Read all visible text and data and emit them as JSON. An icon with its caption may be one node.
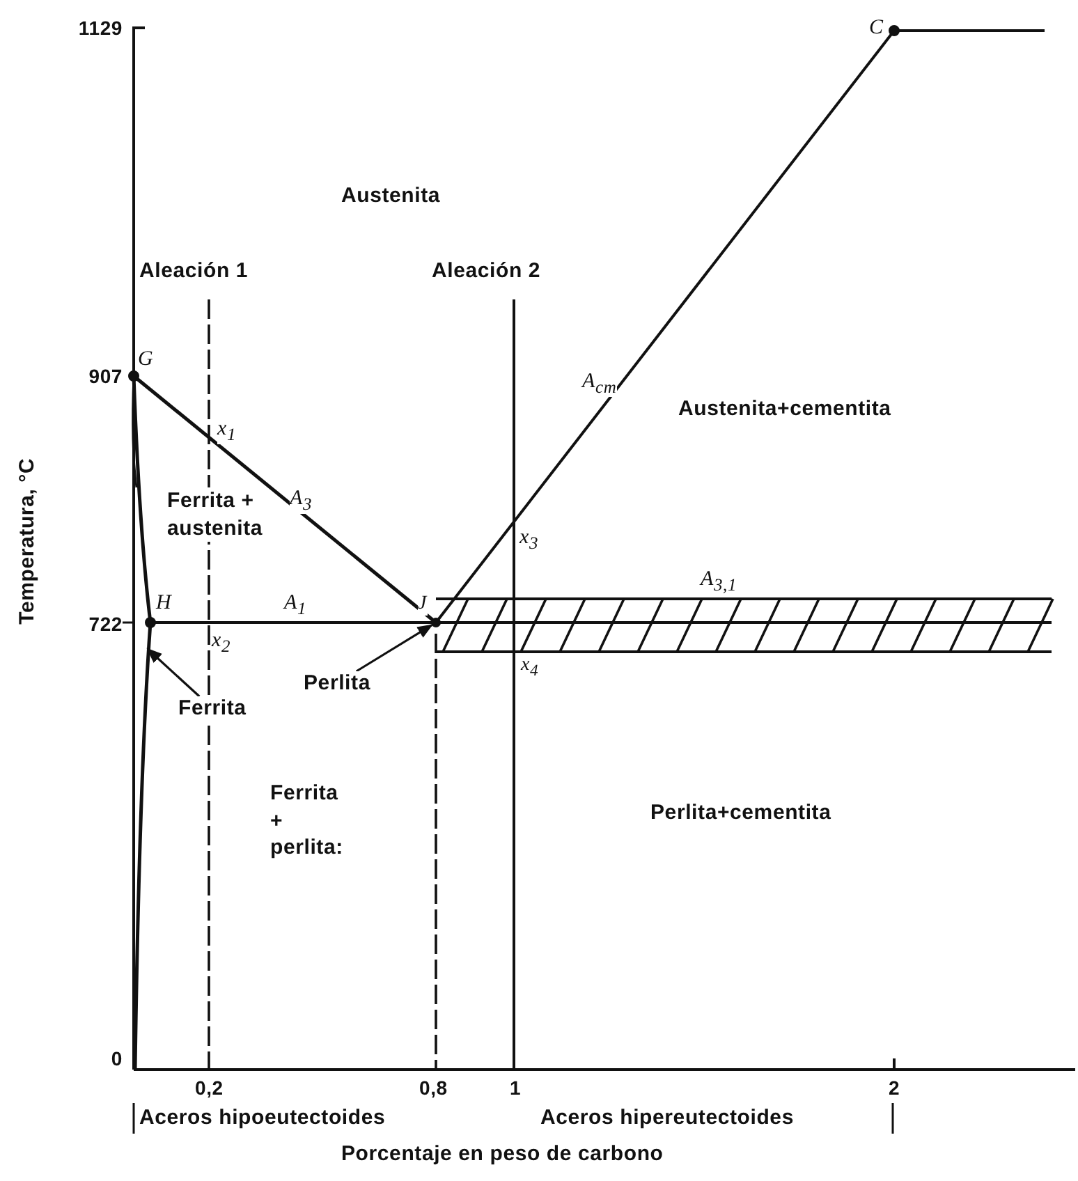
{
  "diagram": {
    "nodes": [
      {
        "text": [
          "Perlita"
        ]
      },
      {
        "text": [
          "Ferrita"
        ]
      },
      {
        "text": [],
        "shape": "circle"
      },
      {
        "text": [],
        "shape": "curve"
      }
    ],
    "edges": [
      {
        "from": 0,
        "to": 2,
        "arrow": "to"
      },
      {
        "from": 1,
        "to": 3,
        "arrow": "to"
      }
    ],
    "labels": [
      "1129",
      "C",
      "Austenita",
      "Aleación 1",
      "Aleación 2",
      "G",
      "907",
      "A$_{cm}$",
      "Austenita+cementita",
      "x$_{1}$",
      "A$_{3}$",
      "Ferrita + austenita",
      "x$_{3}$",
      "H",
      "A$_{1}$",
      "J",
      "A$_{3,1}$",
      "722",
      "x$_{2}$",
      "x$_{4}$",
      "Ferrita + perlita:",
      "Perlita+cementita",
      "Temperatura, °C",
      "0",
      "0,2",
      "0,8",
      "1",
      "2",
      "Aceros hipoeutectoides",
      "Aceros hipereutectoides",
      "Porcentaje en peso de carbono"
    ]
  }
}
